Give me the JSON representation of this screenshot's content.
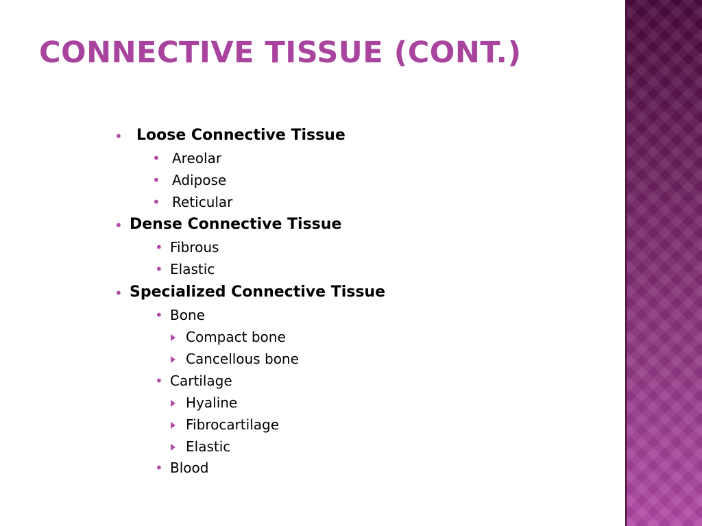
{
  "slide": {
    "title": "CONNECTIVE TISSUE (CONT.)",
    "accent_color": "#a8449e",
    "side_band_color": "#6e2260",
    "outline": [
      {
        "label": "Loose Connective Tissue",
        "bullet": "bullet-dot"
      },
      {
        "label": "Areolar",
        "bullet": "bullet-dot"
      },
      {
        "label": "Adipose",
        "bullet": "bullet-dot"
      },
      {
        "label": "Reticular",
        "bullet": "bullet-dot"
      },
      {
        "label": "Dense Connective Tissue",
        "bullet": "bullet-dot"
      },
      {
        "label": "Fibrous",
        "bullet": "bullet-dot"
      },
      {
        "label": "Elastic",
        "bullet": "bullet-dot"
      },
      {
        "label": "Specialized Connective Tissue",
        "bullet": "bullet-dot"
      },
      {
        "label": "Bone",
        "bullet": "bullet-dot"
      },
      {
        "label": "Compact bone",
        "bullet": "arrow-bullet"
      },
      {
        "label": "Cancellous bone",
        "bullet": "arrow-bullet"
      },
      {
        "label": "Cartilage",
        "bullet": "bullet-dot"
      },
      {
        "label": "Hyaline",
        "bullet": "arrow-bullet"
      },
      {
        "label": "Fibrocartilage",
        "bullet": "arrow-bullet"
      },
      {
        "label": "Elastic",
        "bullet": "arrow-bullet"
      },
      {
        "label": "Blood",
        "bullet": "bullet-dot"
      }
    ]
  }
}
